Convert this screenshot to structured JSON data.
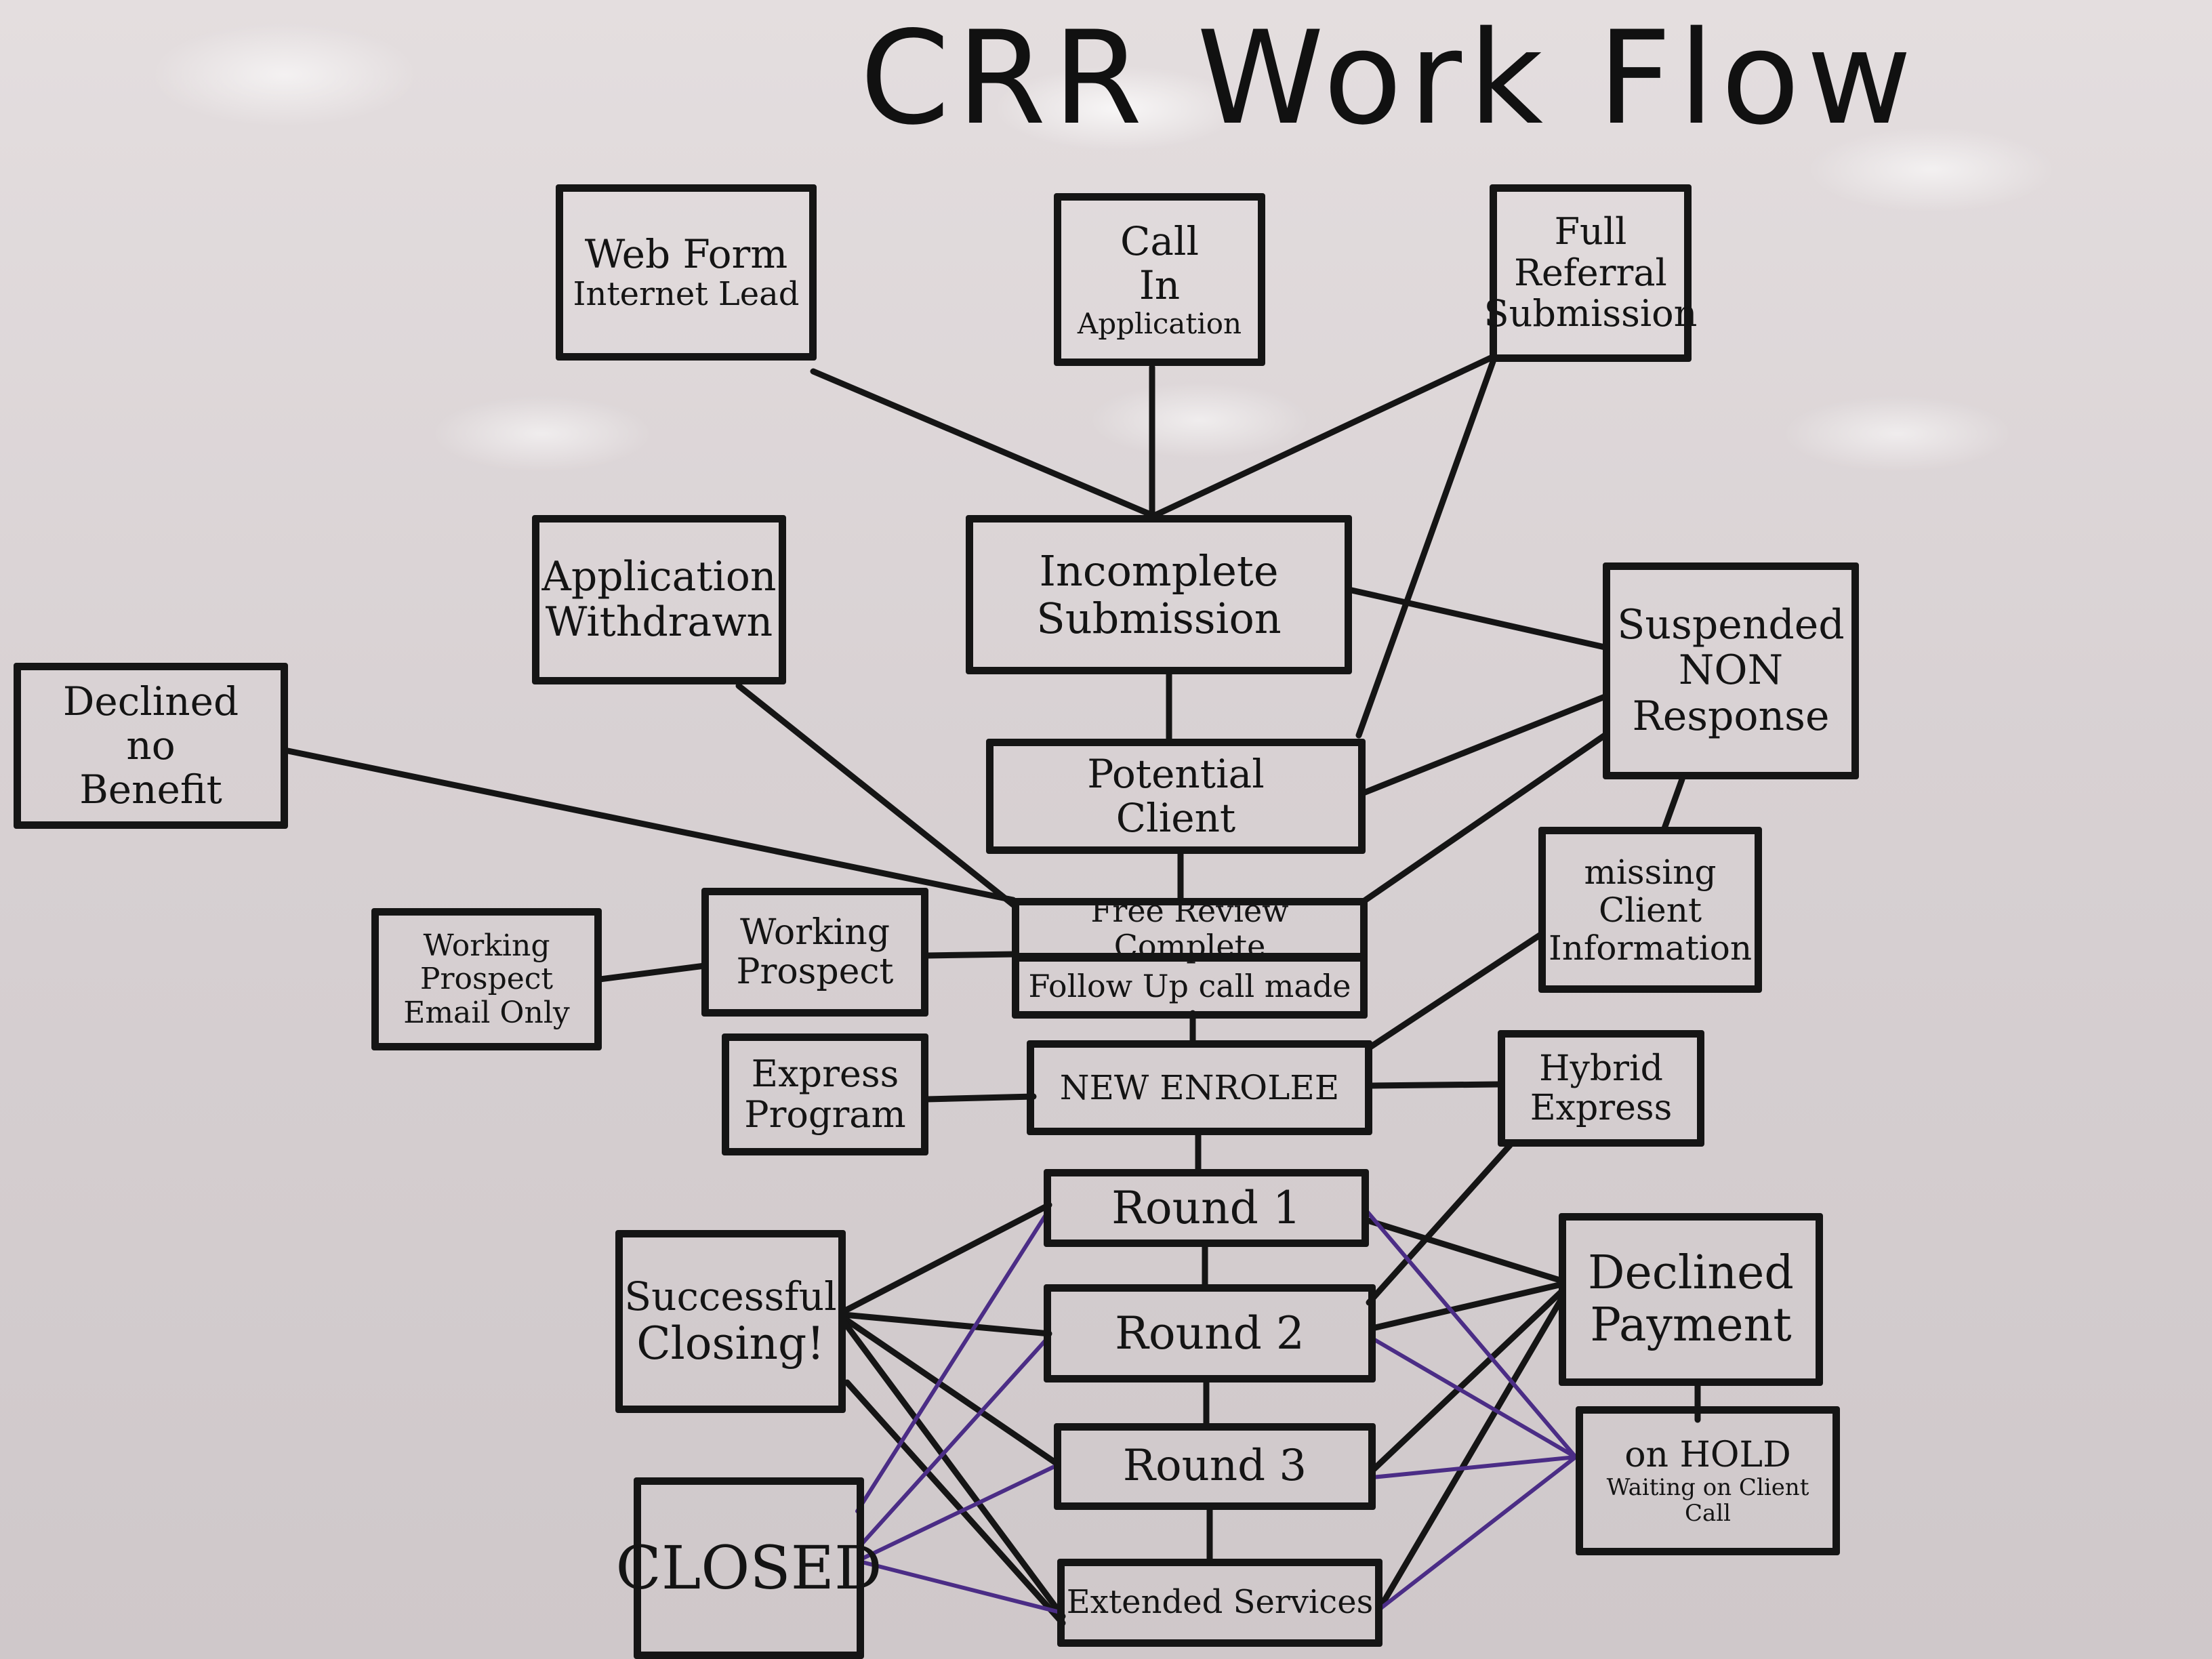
{
  "title": "CRR Work Flow",
  "colors": {
    "ink": "#151515",
    "purple": "#4b2d86",
    "board": "#dcd5d7"
  },
  "nodes": {
    "web_form": {
      "lines": [
        "Web Form",
        "Internet Lead"
      ]
    },
    "call_in": {
      "lines": [
        "Call",
        "In",
        "Application"
      ]
    },
    "full_referral": {
      "lines": [
        "Full",
        "Referral",
        "Submission"
      ]
    },
    "app_withdrawn": {
      "lines": [
        "Application",
        "Withdrawn"
      ]
    },
    "incomplete": {
      "lines": [
        "Incomplete",
        "Submission"
      ]
    },
    "suspended": {
      "lines": [
        "Suspended",
        "NON",
        "Response"
      ]
    },
    "declined_no_benefit": {
      "lines": [
        "Declined",
        "no",
        "Benefit"
      ]
    },
    "potential_client": {
      "lines": [
        "Potential",
        "Client"
      ]
    },
    "missing_info": {
      "lines": [
        "missing",
        "Client",
        "Information"
      ]
    },
    "working_email": {
      "lines": [
        "Working",
        "Prospect",
        "Email Only"
      ]
    },
    "working_prospect": {
      "lines": [
        "Working",
        "Prospect"
      ]
    },
    "free_review": {
      "lines": [
        "Free Review Complete"
      ]
    },
    "follow_up": {
      "lines": [
        "Follow Up call made"
      ]
    },
    "express_program": {
      "lines": [
        "Express",
        "Program"
      ]
    },
    "new_enrollee": {
      "lines": [
        "NEW ENROLEE"
      ]
    },
    "hybrid_express": {
      "lines": [
        "Hybrid",
        "Express"
      ]
    },
    "round1": {
      "lines": [
        "Round 1"
      ]
    },
    "round2": {
      "lines": [
        "Round 2"
      ]
    },
    "round3": {
      "lines": [
        "Round 3"
      ]
    },
    "extended": {
      "lines": [
        "Extended Services"
      ]
    },
    "successful": {
      "lines": [
        "Successful",
        "Closing!"
      ]
    },
    "closed": {
      "lines": [
        "CLOSED"
      ]
    },
    "declined_payment": {
      "lines": [
        "Declined",
        "Payment"
      ]
    },
    "on_hold": {
      "lines": [
        "on HOLD",
        "Waiting on Client Call"
      ]
    }
  }
}
